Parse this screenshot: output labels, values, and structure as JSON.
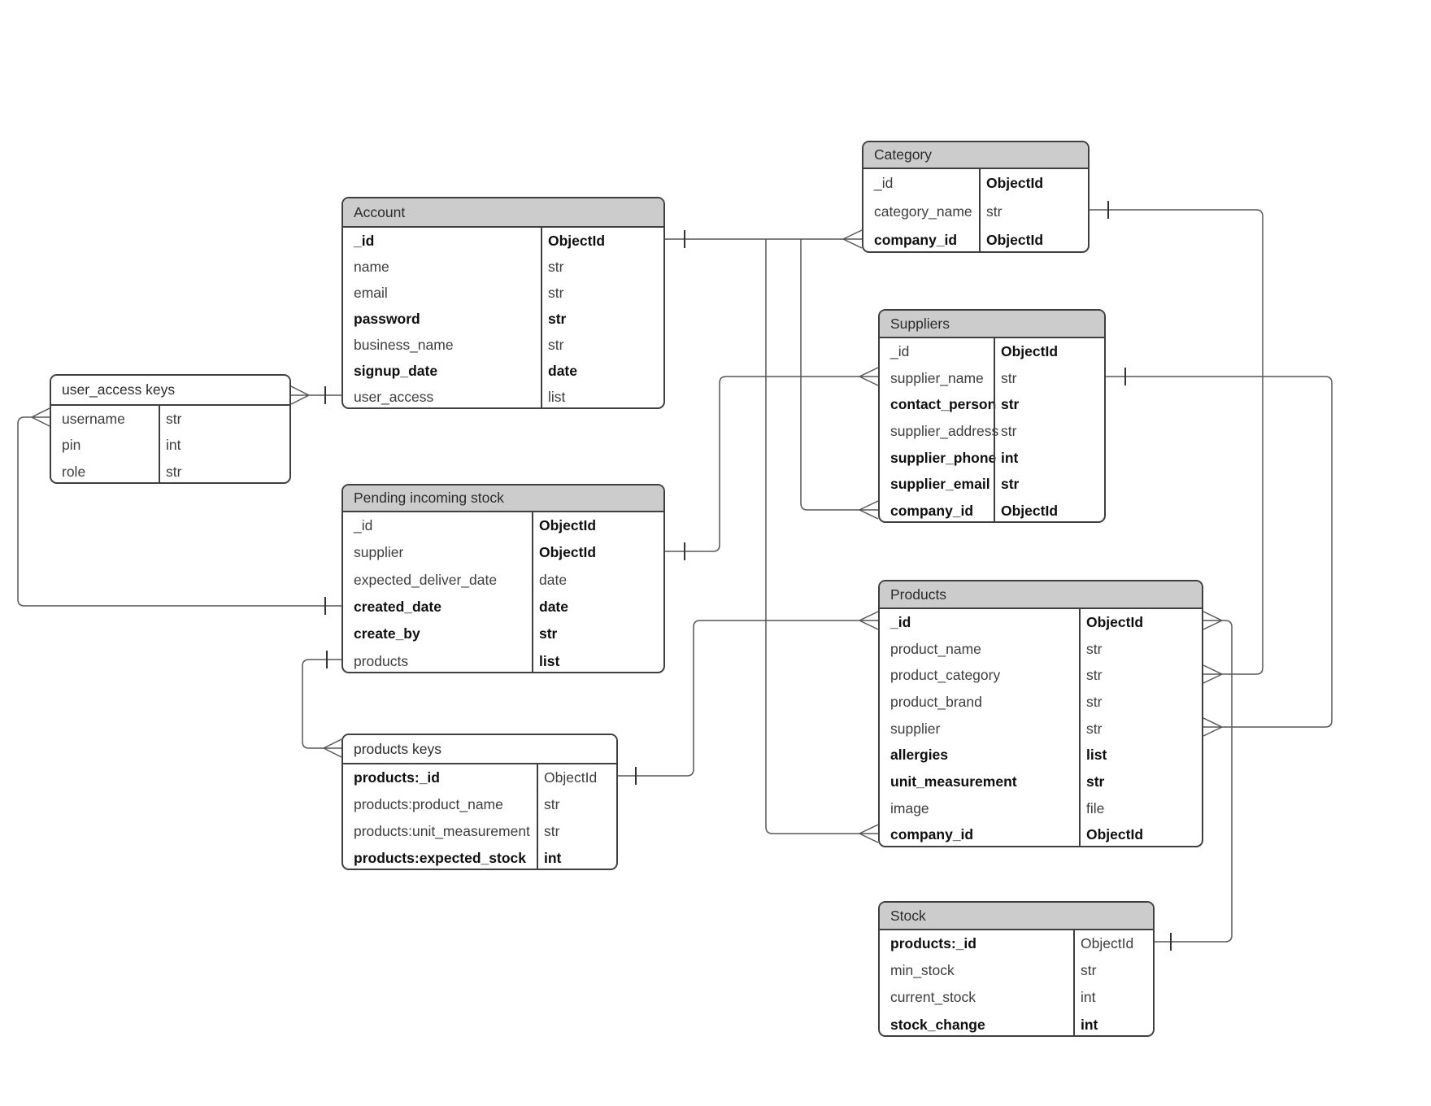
{
  "colors": {
    "header_fill": "#cccccc",
    "keys_header_fill": "#ffffff",
    "table_border": "#3f3f3f",
    "connector_line": "#565656",
    "text_regular": "#3d3d3d",
    "text_bold": "#0f0f0f",
    "background": "#ffffff"
  },
  "tables": {
    "account": {
      "title": "Account",
      "fields": [
        {
          "name": "_id",
          "type": "ObjectId",
          "nb": true,
          "tb": true
        },
        {
          "name": "name",
          "type": "str",
          "nb": false,
          "tb": false
        },
        {
          "name": "email",
          "type": "str",
          "nb": false,
          "tb": false
        },
        {
          "name": "password",
          "type": "str",
          "nb": true,
          "tb": true
        },
        {
          "name": "business_name",
          "type": "str",
          "nb": false,
          "tb": false
        },
        {
          "name": "signup_date",
          "type": "date",
          "nb": true,
          "tb": true
        },
        {
          "name": "user_access",
          "type": "list",
          "nb": false,
          "tb": false
        }
      ]
    },
    "category": {
      "title": "Category",
      "fields": [
        {
          "name": "_id",
          "type": "ObjectId",
          "nb": false,
          "tb": true
        },
        {
          "name": "category_name",
          "type": "str",
          "nb": false,
          "tb": false
        },
        {
          "name": "company_id",
          "type": "ObjectId",
          "nb": true,
          "tb": true
        }
      ]
    },
    "suppliers": {
      "title": "Suppliers",
      "fields": [
        {
          "name": "_id",
          "type": "ObjectId",
          "nb": false,
          "tb": true
        },
        {
          "name": "supplier_name",
          "type": "str",
          "nb": false,
          "tb": false
        },
        {
          "name": "contact_person",
          "type": "str",
          "nb": true,
          "tb": true
        },
        {
          "name": "supplier_address",
          "type": "str",
          "nb": false,
          "tb": false
        },
        {
          "name": "supplier_phone",
          "type": "int",
          "nb": true,
          "tb": true
        },
        {
          "name": "supplier_email",
          "type": "str",
          "nb": true,
          "tb": true
        },
        {
          "name": "company_id",
          "type": "ObjectId",
          "nb": true,
          "tb": true
        }
      ]
    },
    "user_access_keys": {
      "title": "user_access keys",
      "fields": [
        {
          "name": "username",
          "type": "str",
          "nb": false,
          "tb": false
        },
        {
          "name": "pin",
          "type": "int",
          "nb": false,
          "tb": false
        },
        {
          "name": "role",
          "type": "str",
          "nb": false,
          "tb": false
        }
      ]
    },
    "pending": {
      "title": "Pending incoming stock",
      "fields": [
        {
          "name": "_id",
          "type": "ObjectId",
          "nb": false,
          "tb": true
        },
        {
          "name": "supplier",
          "type": "ObjectId",
          "nb": false,
          "tb": true
        },
        {
          "name": "expected_deliver_date",
          "type": "date",
          "nb": false,
          "tb": false
        },
        {
          "name": "created_date",
          "type": "date",
          "nb": true,
          "tb": true
        },
        {
          "name": "create_by",
          "type": "str",
          "nb": true,
          "tb": true
        },
        {
          "name": "products",
          "type": "list",
          "nb": false,
          "tb": true
        }
      ]
    },
    "products_keys": {
      "title": "products keys",
      "fields": [
        {
          "name": "products:_id",
          "type": "ObjectId",
          "nb": true,
          "tb": false
        },
        {
          "name": "products:product_name",
          "type": "str",
          "nb": false,
          "tb": false
        },
        {
          "name": "products:unit_measurement",
          "type": "str",
          "nb": false,
          "tb": false
        },
        {
          "name": "products:expected_stock",
          "type": "int",
          "nb": true,
          "tb": true
        }
      ]
    },
    "products": {
      "title": "Products",
      "fields": [
        {
          "name": "_id",
          "type": "ObjectId",
          "nb": true,
          "tb": true
        },
        {
          "name": "product_name",
          "type": "str",
          "nb": false,
          "tb": false
        },
        {
          "name": "product_category",
          "type": "str",
          "nb": false,
          "tb": false
        },
        {
          "name": "product_brand",
          "type": "str",
          "nb": false,
          "tb": false
        },
        {
          "name": "supplier",
          "type": "str",
          "nb": false,
          "tb": false
        },
        {
          "name": "allergies",
          "type": "list",
          "nb": true,
          "tb": true
        },
        {
          "name": "unit_measurement",
          "type": "str",
          "nb": true,
          "tb": true
        },
        {
          "name": "image",
          "type": "file",
          "nb": false,
          "tb": false
        },
        {
          "name": "company_id",
          "type": "ObjectId",
          "nb": true,
          "tb": true
        }
      ]
    },
    "stock": {
      "title": "Stock",
      "fields": [
        {
          "name": "products:_id",
          "type": "ObjectId",
          "nb": true,
          "tb": false
        },
        {
          "name": "min_stock",
          "type": "str",
          "nb": false,
          "tb": false
        },
        {
          "name": "current_stock",
          "type": "int",
          "nb": false,
          "tb": false
        },
        {
          "name": "stock_change",
          "type": "int",
          "nb": true,
          "tb": true
        }
      ]
    }
  },
  "relationships": [
    {
      "from": "Account._id",
      "to": "Category.company_id",
      "from_end": "one",
      "to_end": "many"
    },
    {
      "from": "Account._id",
      "to": "Suppliers.company_id",
      "from_end": "one",
      "to_end": "many"
    },
    {
      "from": "Account._id",
      "to": "Products.company_id",
      "from_end": "one",
      "to_end": "many"
    },
    {
      "from": "Pending incoming stock.supplier",
      "to": "Suppliers.supplier_name",
      "from_end": "one",
      "to_end": "many"
    },
    {
      "from": "Account.user_access",
      "to": "user_access keys",
      "from_end": "one",
      "to_end": "many"
    },
    {
      "from": "Pending incoming stock.created_date",
      "to": "user_access keys.username",
      "from_end": "one",
      "to_end": "many"
    },
    {
      "from": "Pending incoming stock.products",
      "to": "products keys",
      "from_end": "one",
      "to_end": "many"
    },
    {
      "from": "products keys.products:_id",
      "to": "Products._id",
      "from_end": "one",
      "to_end": "many"
    },
    {
      "from": "Category.category_name",
      "to": "Products.product_category",
      "from_end": "one",
      "to_end": "many"
    },
    {
      "from": "Suppliers.supplier_name",
      "to": "Products.supplier",
      "from_end": "one",
      "to_end": "many"
    },
    {
      "from": "Stock.products:_id",
      "to": "Products._id",
      "from_end": "one",
      "to_end": "many"
    }
  ]
}
